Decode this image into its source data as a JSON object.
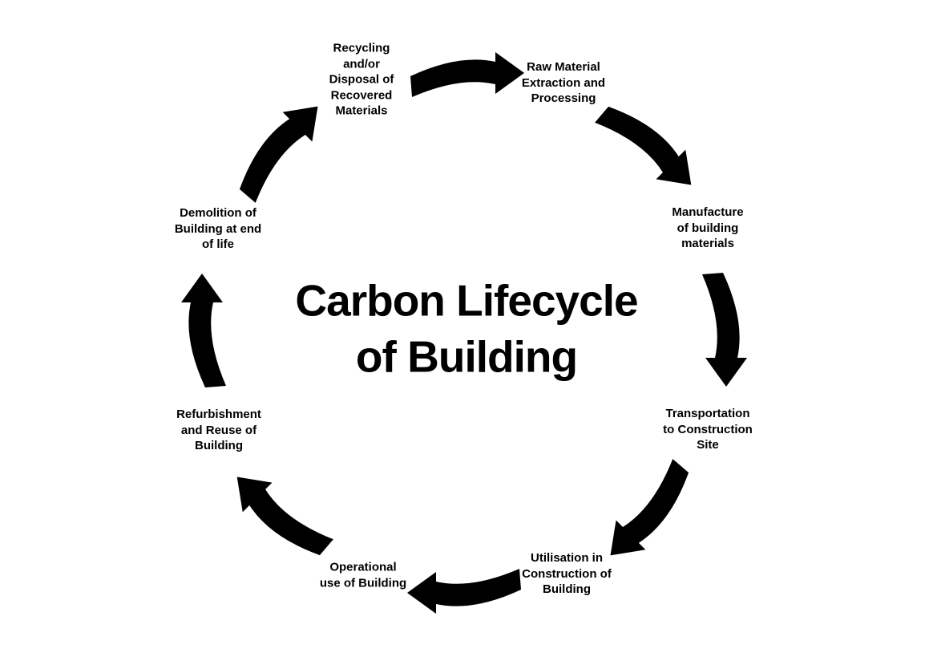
{
  "diagram": {
    "type": "cycle-diagram",
    "title": "Carbon Lifecycle\nof Building",
    "stages": [
      {
        "id": "recycling-disposal",
        "label": "Recycling\nand/or\nDisposal of\nRecovered\nMaterials"
      },
      {
        "id": "raw-material",
        "label": "Raw Material\nExtraction and\nProcessing"
      },
      {
        "id": "manufacture",
        "label": "Manufacture\nof building\nmaterials"
      },
      {
        "id": "transportation",
        "label": "Transportation\nto Construction\nSite"
      },
      {
        "id": "utilisation",
        "label": "Utilisation in\nConstruction of\nBuilding"
      },
      {
        "id": "operational-use",
        "label": "Operational\nuse of Building"
      },
      {
        "id": "refurbishment-reuse",
        "label": "Refurbishment\nand Reuse of\nBuilding"
      },
      {
        "id": "demolition",
        "label": "Demolition of\nBuilding at end\nof life"
      }
    ],
    "colors": {
      "arrow": "#4F81BD",
      "text": "#000000",
      "background": "#FFFFFF"
    }
  }
}
